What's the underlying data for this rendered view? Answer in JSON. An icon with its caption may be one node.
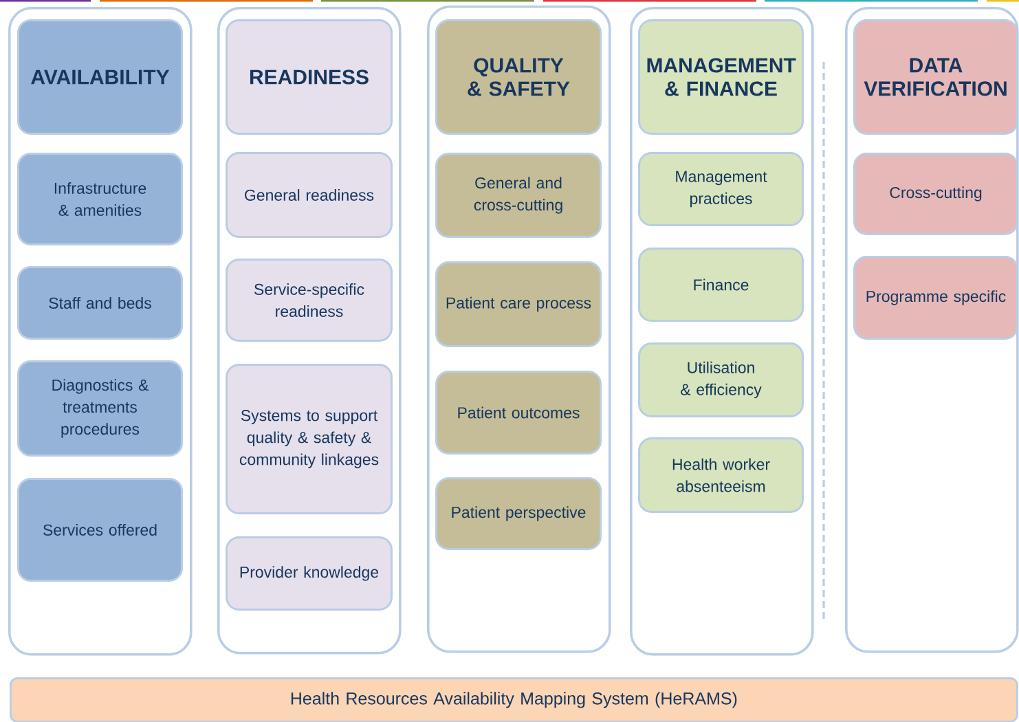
{
  "diagram": {
    "nodes": [
      {
        "text": [],
        "shape": "box"
      },
      {
        "text": [
          "AVAILABILITY"
        ],
        "in": 0
      },
      {
        "text": [
          "Infrastructure & amenities"
        ],
        "in": 0
      },
      {
        "text": [
          "Staff and beds"
        ],
        "in": 0
      },
      {
        "text": [
          "Diagnostics & treatments procedures"
        ],
        "in": 0
      },
      {
        "text": [
          "Services offered"
        ],
        "in": 0
      },
      {
        "text": [],
        "shape": "box"
      },
      {
        "text": [
          "READINESS"
        ],
        "in": 6
      },
      {
        "text": [
          "General readiness"
        ],
        "in": 6
      },
      {
        "text": [
          "Service-specific readiness"
        ],
        "in": 6
      },
      {
        "text": [
          "Systems to support quality & safety & community linkages"
        ],
        "in": 6
      },
      {
        "text": [
          "Provider knowledge"
        ],
        "in": 6
      },
      {
        "text": [],
        "shape": "box"
      },
      {
        "text": [
          "QUALITY & SAFETY"
        ],
        "in": 12
      },
      {
        "text": [
          "General and cross-cutting"
        ],
        "in": 12
      },
      {
        "text": [
          "Patient care process"
        ],
        "in": 12
      },
      {
        "text": [
          "Patient outcomes"
        ],
        "in": 12
      },
      {
        "text": [
          "Patient perspective"
        ],
        "in": 12
      },
      {
        "text": [],
        "shape": "box"
      },
      {
        "text": [
          "MANAGEMENT & FINANCE"
        ],
        "in": 18
      },
      {
        "text": [
          "Management practices"
        ],
        "in": 18
      },
      {
        "text": [
          "Finance"
        ],
        "in": 18
      },
      {
        "text": [
          "Utilisation & efficiency"
        ],
        "in": 18
      },
      {
        "text": [
          "Health worker absenteeism"
        ],
        "in": 18
      },
      {
        "text": [],
        "shape": "box"
      },
      {
        "text": [
          "DATA VERIFICATION"
        ],
        "in": 24
      },
      {
        "text": [
          "Cross-cutting"
        ],
        "in": 24
      },
      {
        "text": [
          "Programme specific"
        ],
        "in": 24
      },
      {
        "text": [
          "Health Resources Availability Mapping System (HeRAMS)"
        ]
      }
    ]
  }
}
